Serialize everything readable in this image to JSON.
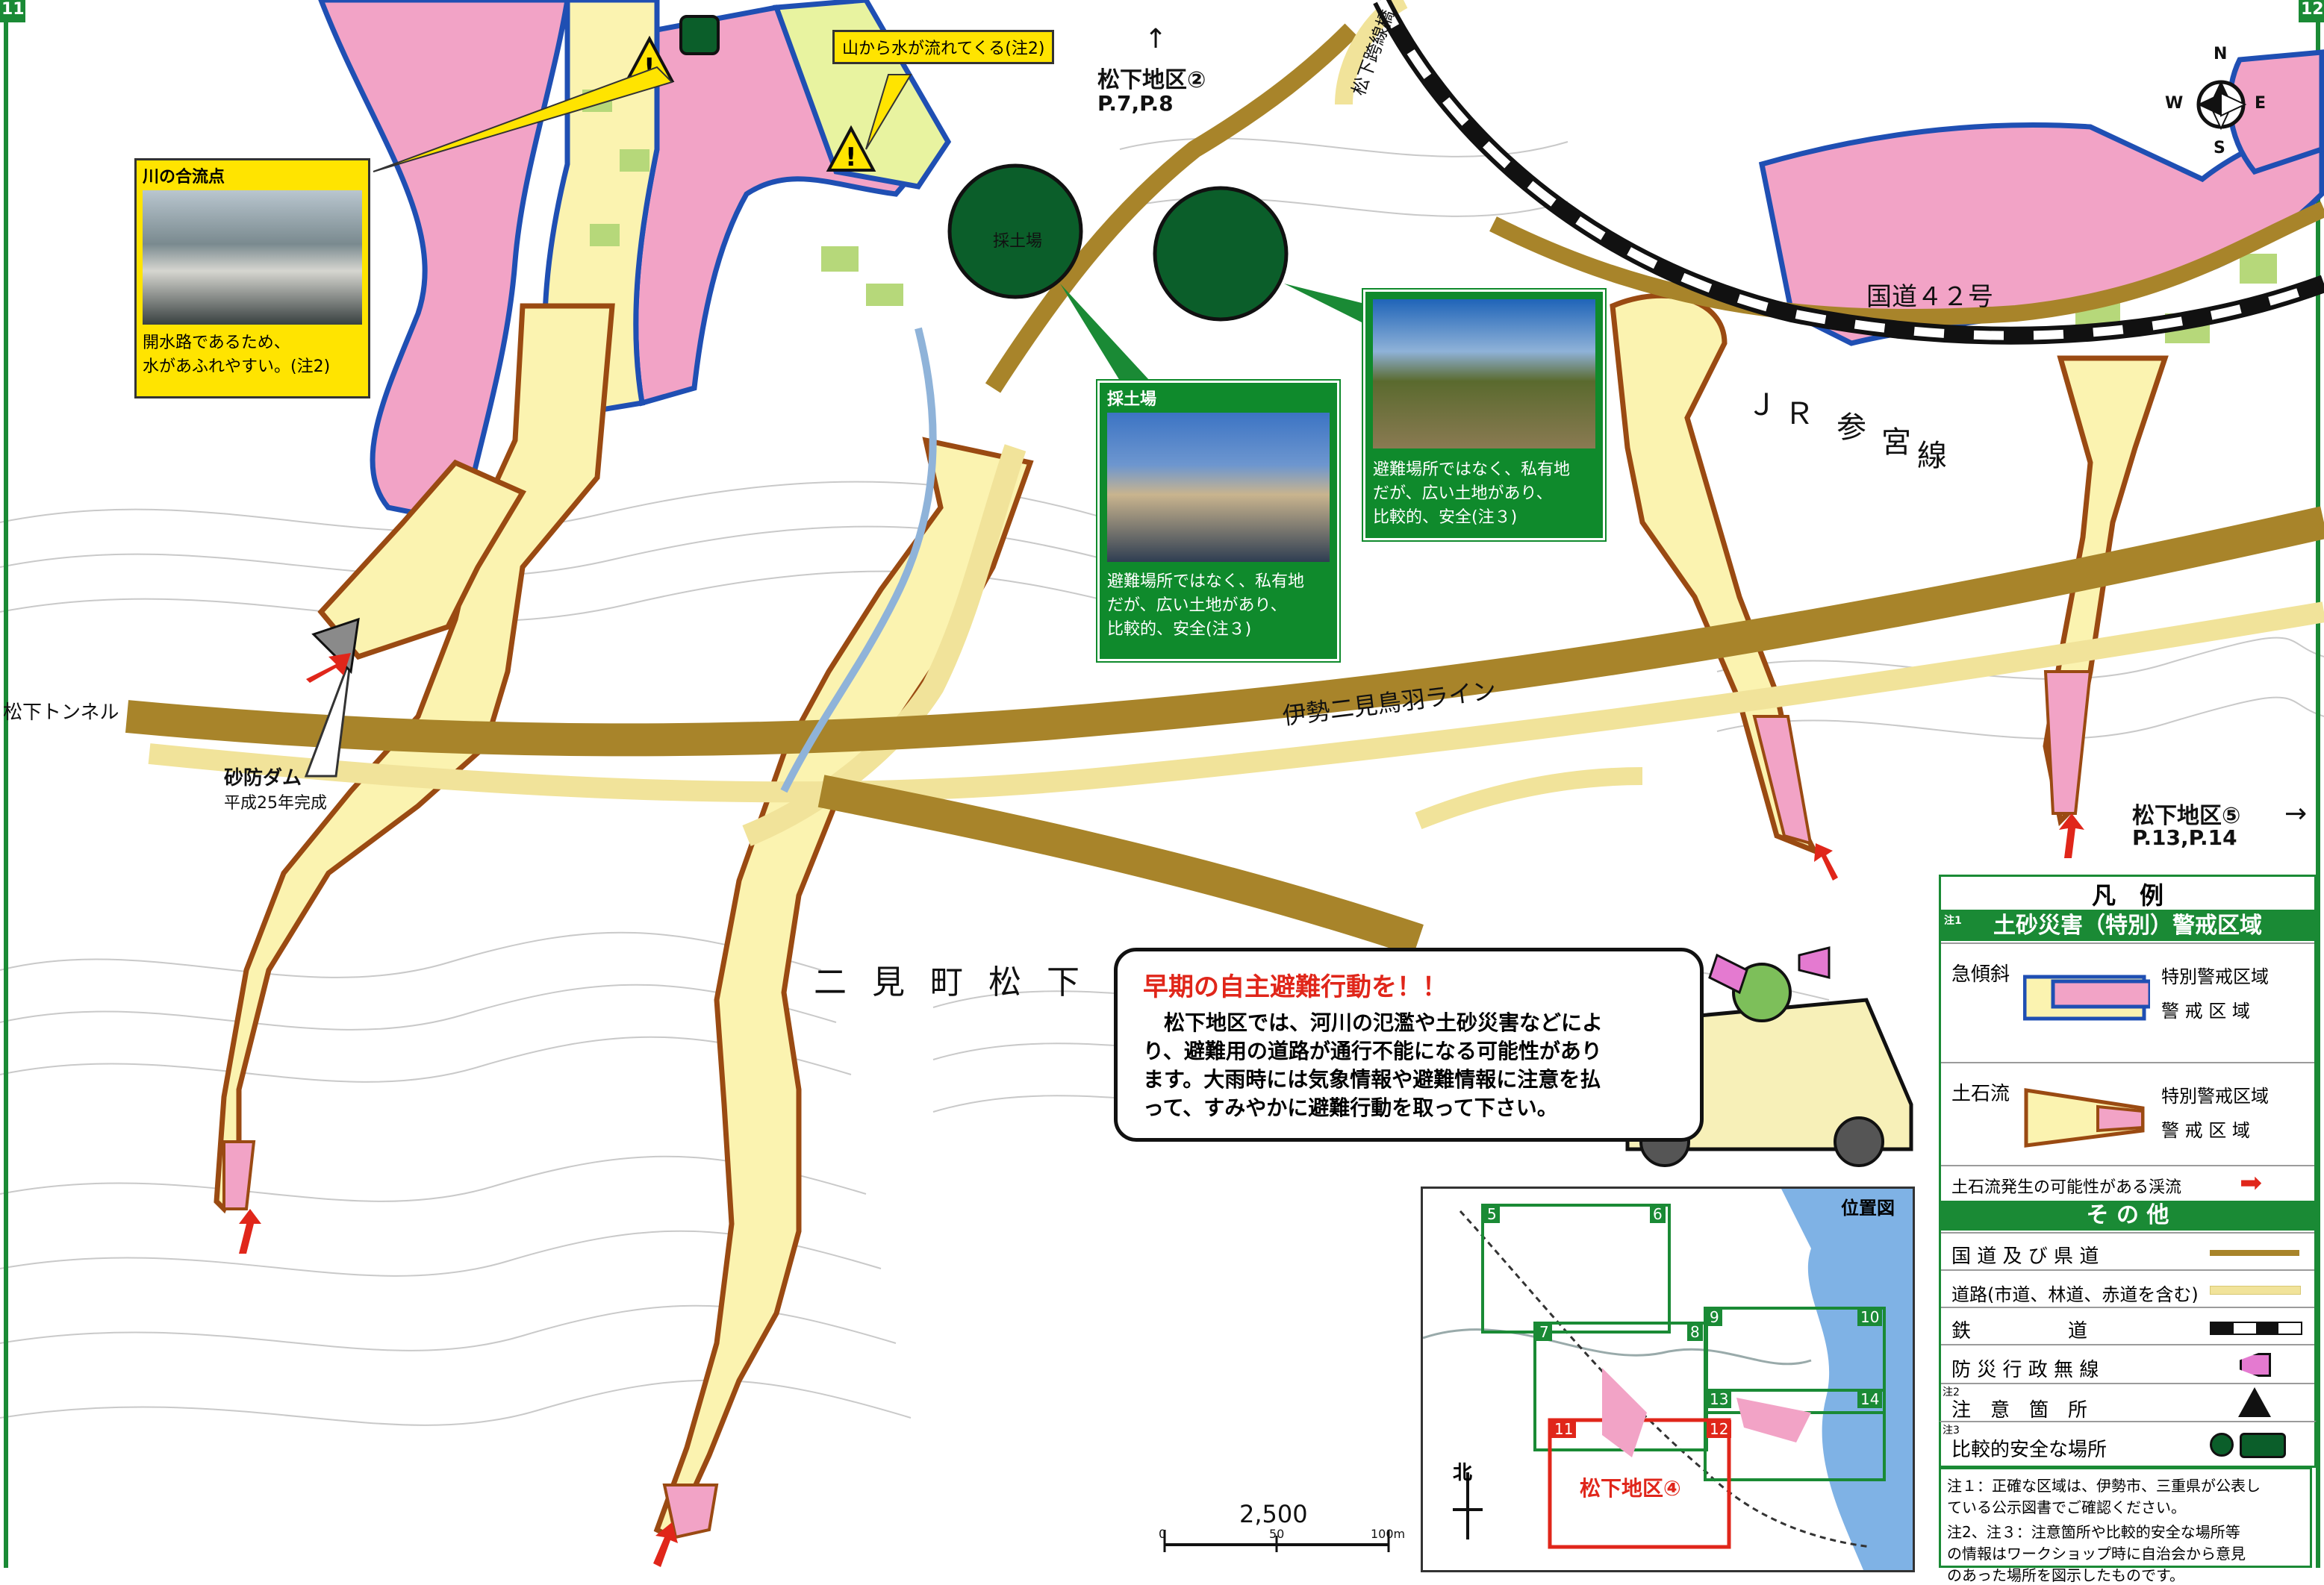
{
  "page_number_left": "11",
  "page_number_right": "12",
  "north": {
    "n": "N",
    "e": "E",
    "s": "S",
    "w": "W"
  },
  "labels": {
    "ref_top": "松下地区②",
    "ref_top_pages": "P.7,P.8",
    "ref_right": "松下地区⑤",
    "ref_right_pages": "P.13,P.14",
    "tunnel": "松下トンネル",
    "bridge": "松下跨線橋",
    "route42": "国道４２号",
    "jr_line": [
      "Ｊ",
      "Ｒ",
      "参",
      "宮",
      "線"
    ],
    "ise_line": "伊勢二見鳥羽ライン",
    "town": "二 見 町 松 下",
    "dam_title": "砂防ダム",
    "dam_sub": "平成25年完成",
    "quarry_marker": "採土場"
  },
  "callouts": {
    "water_from_mountain": "山から水が流れてくる(注2)",
    "confluence_title": "川の合流点",
    "confluence_text": [
      "開水路であるため、",
      "水があふれやすい。(注2)"
    ],
    "quarry_title": "採土場",
    "quarry_text": [
      "避難場所ではなく、私有地",
      "だが、広い土地があり、",
      "比較的、安全(注３)"
    ],
    "field_text": [
      "避難場所ではなく、私有地",
      "だが、広い土地があり、",
      "比較的、安全(注３)"
    ]
  },
  "notice": {
    "title": "早期の自主避難行動を！！",
    "lines": [
      "　松下地区では、河川の氾濫や土砂災害などによ",
      "り、避難用の道路が通行不能になる可能性があり",
      "ます。大雨時には気象情報や避難情報に注意を払",
      "って、すみやかに避難行動を取って下さい。"
    ]
  },
  "legend": {
    "title": "凡　例",
    "hazard_header_note": "注1",
    "hazard_header": "土砂災害（特別）警戒区域",
    "steep": "急傾斜",
    "debris": "土石流",
    "special_zone": "特別警戒区域",
    "zone": "警 戒 区 域",
    "stream": "土石流発生の可能性がある渓流",
    "other_header": "そ の 他",
    "national_road": "国 道 及 び 県 道",
    "road": "道路(市道、林道、赤道を含む)",
    "rail": "鉄　　　　　道",
    "radio": "防 災 行 政 無 線",
    "caution_note": "注2",
    "caution": "注　意　箇　所",
    "safe_note": "注3",
    "safe": "比較的安全な場所",
    "note1": [
      "注１：正確な区域は、伊勢市、三重県が公表し",
      "ている公示図書でご確認ください。"
    ],
    "note2": [
      "注2、注３：注意箇所や比較的安全な場所等",
      "の情報はワークショップ時に自治会から意見",
      "のあった場所を図示したものです。"
    ]
  },
  "inset": {
    "title": "位置図",
    "north": "北",
    "tiles": [
      "5",
      "6",
      "7",
      "8",
      "9",
      "10",
      "11",
      "12",
      "13",
      "14"
    ],
    "district": "松下地区④"
  },
  "scale": {
    "ratio": "2,500",
    "ticks": [
      "0",
      "50",
      "100m"
    ]
  },
  "colors": {
    "special_zone": "#f2a3c6",
    "zone": "#fbf3b0",
    "debris_outline": "#9a4a12",
    "steep_outline": "#1f4fb3",
    "national_road": "#a8842a",
    "road": "#f1e39a",
    "safe": "#0b5e2a",
    "legend_green": "#1a8a35",
    "arrow": "#e0261a"
  }
}
